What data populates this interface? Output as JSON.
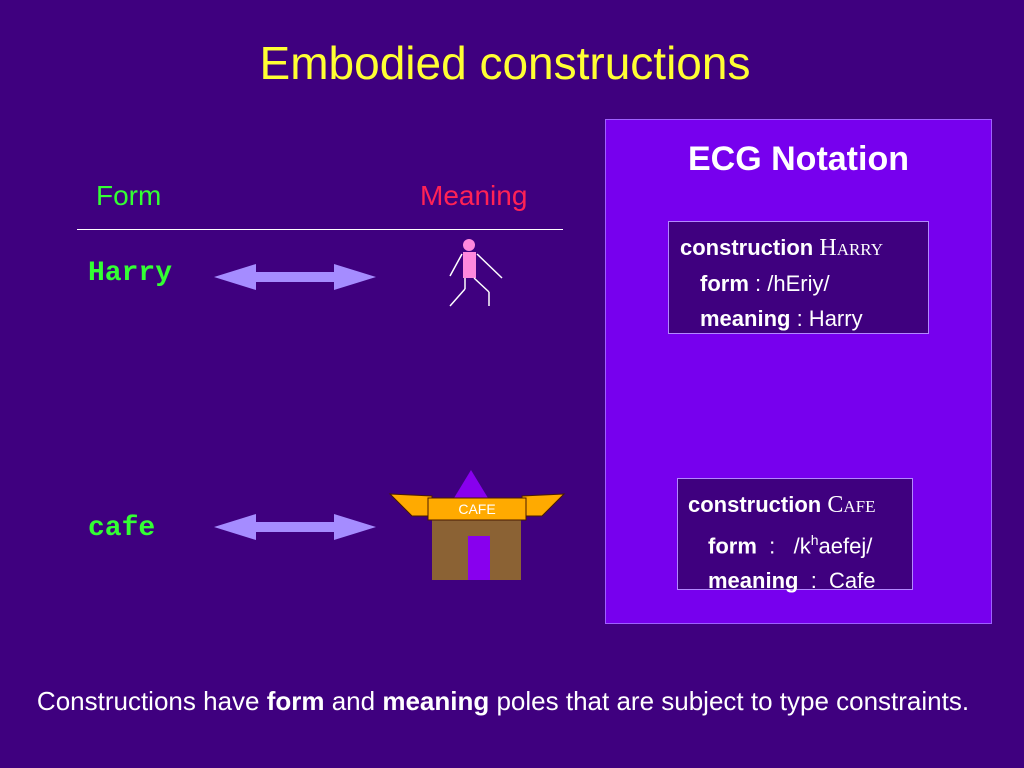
{
  "title": "Embodied constructions",
  "columns": {
    "form": "Form",
    "meaning": "Meaning"
  },
  "rows": [
    {
      "form": "Harry",
      "meaning_icon": "stick-figure-icon"
    },
    {
      "form": "cafe",
      "meaning_icon": "cafe-building-icon",
      "sign_text": "CAFE"
    }
  ],
  "ecg": {
    "title": "ECG Notation",
    "harry": {
      "construction_kw": "construction",
      "construction_name": "Harry",
      "form_kw": "form",
      "form_value": " : /hEriy/",
      "meaning_kw": "meaning",
      "meaning_value": " : Harry"
    },
    "cafe": {
      "construction_kw": "construction",
      "construction_name": "Cafe",
      "form_kw": "form",
      "form_sep": "  :   ",
      "form_pre": "/k",
      "form_sup": "h",
      "form_post": "aefej/",
      "meaning_kw": "meaning",
      "meaning_value": "  :  Cafe"
    }
  },
  "caption": {
    "pre": "Constructions have ",
    "form": "form",
    "mid": " and ",
    "meaning": "meaning",
    "post": " poles that are subject to type constraints."
  },
  "colors": {
    "background": "#3f007f",
    "title": "#ffff33",
    "form_text": "#33ff33",
    "meaning_text": "#ff2255",
    "panel": "#7700ee",
    "arrow": "#a58cff",
    "sign": "#ffaa00",
    "building": "#8b6234"
  }
}
